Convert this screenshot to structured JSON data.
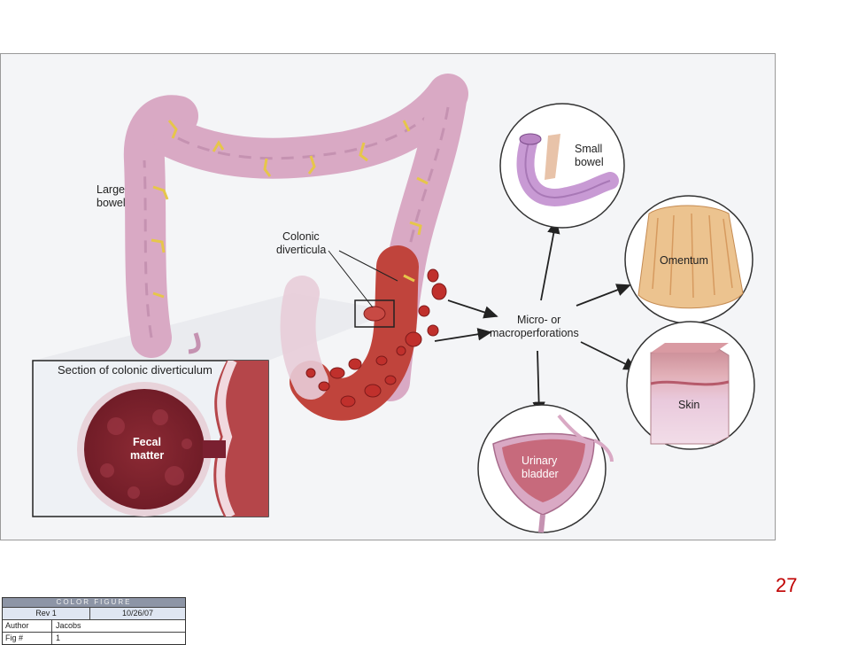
{
  "figure": {
    "labels": {
      "large_bowel": [
        "Large",
        "bowel"
      ],
      "colonic_diverticula": [
        "Colonic",
        "diverticula"
      ],
      "section_title": "Section of colonic diverticulum",
      "fecal_matter": [
        "Fecal",
        "matter"
      ],
      "perforations": [
        "Micro- or",
        "macroperforations"
      ],
      "small_bowel": [
        "Small",
        "bowel"
      ],
      "omentum": "Omentum",
      "skin": "Skin",
      "urinary_bladder": [
        "Urinary",
        "bladder"
      ]
    },
    "colors": {
      "bowel": "#d9a9c4",
      "bowel_dark": "#b4829f",
      "inflamed": "#b8322f",
      "mesentery_vessels": "#e6c64a",
      "circle_bg": "#ffffff",
      "arrow": "#222222"
    }
  },
  "slide_number": "27",
  "color_figure": {
    "header": "COLOR FIGURE",
    "rev": "Rev 1",
    "date": "10/26/07",
    "author_label": "Author",
    "author_value": "Jacobs",
    "fig_label": "Fig #",
    "fig_value": "1"
  }
}
